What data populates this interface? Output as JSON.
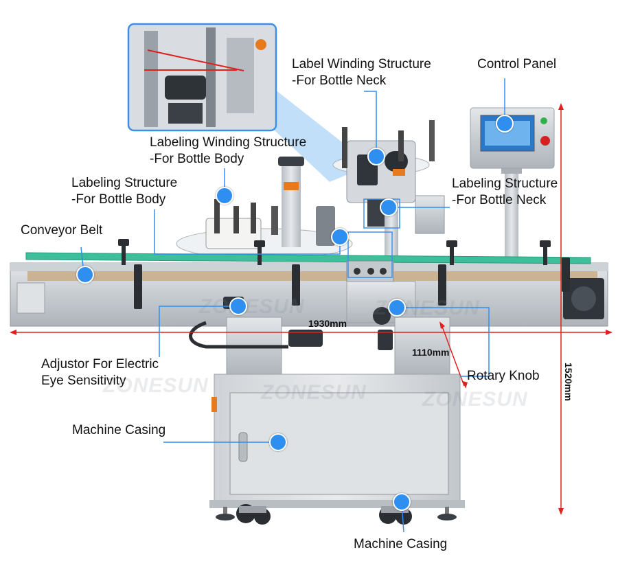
{
  "callouts": {
    "label_winding_neck_1": "Label Winding Structure",
    "label_winding_neck_2": "-For Bottle Neck",
    "control_panel": "Control Panel",
    "labeling_winding_body_1": "Labeling Winding Structure",
    "labeling_winding_body_2": "-For Bottle Body",
    "labeling_body_1": "Labeling Structure",
    "labeling_body_2": "-For Bottle Body",
    "labeling_neck_1": "Labeling Structure",
    "labeling_neck_2": "-For Bottle Neck",
    "conveyor_belt": "Conveyor Belt",
    "adjustor_1": "Adjustor For Electric",
    "adjustor_2": "Eye Sensitivity",
    "rotary_knob": "Rotary Knob",
    "machine_casing_mid": "Machine Casing",
    "machine_casing_bottom": "Machine Casing"
  },
  "dimensions": {
    "length": "1930mm",
    "width": "1110mm",
    "height": "1520mm"
  },
  "watermark": "ZONESUN",
  "colors": {
    "callout_line": "#2f8ff0",
    "dot": "#2f8ff0",
    "dimension_line": "#e02020",
    "conveyor_rail": "#3cbf9a",
    "steel": "#c9cdd1"
  }
}
